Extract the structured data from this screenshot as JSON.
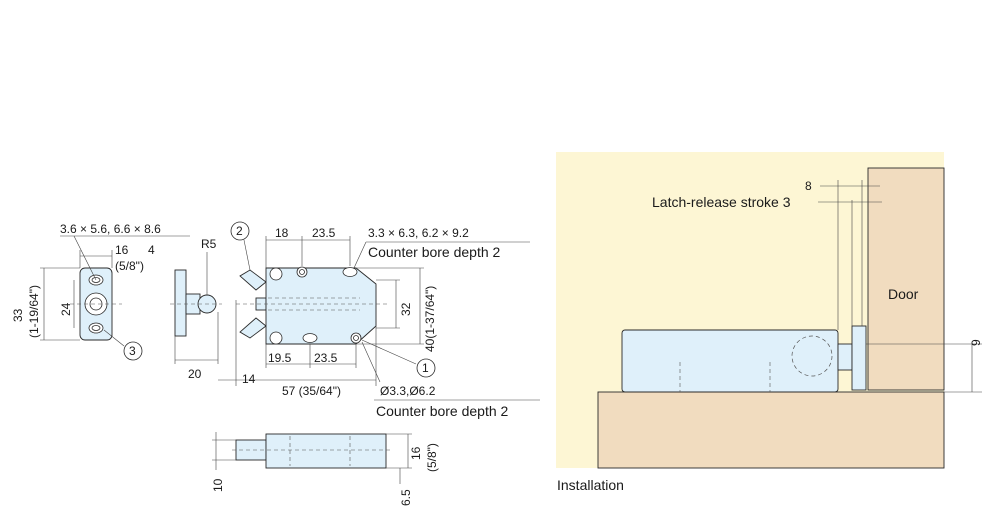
{
  "colors": {
    "part_fill": "#dff0fa",
    "wood_fill": "#f1dcbf",
    "installation_bg": "#fdf6d4",
    "line": "#333333"
  },
  "left_view": {
    "slot_size": "3.6 × 5.6, 6.6 × 8.6",
    "dim_16_frac": "16",
    "dim_4": "4",
    "dim_5_8": "(5/8\")",
    "dim_33": "33",
    "dim_33_frac": "(1-19/64\")",
    "dim_24": "24",
    "callout_3": "3"
  },
  "center_view": {
    "radius": "R5",
    "dim_20": "20",
    "dim_14": "14",
    "callout_2": "2",
    "dim_18": "18",
    "dim_23_5_top": "23.5",
    "bore_top": "3.3 × 6.3, 6.2 × 9.2",
    "bore_depth_top": "Counter bore depth 2",
    "dim_32": "32",
    "dim_40": "40(1-37/64\")",
    "callout_1": "1",
    "dim_19_5": "19.5",
    "dim_23_5_bottom": "23.5",
    "dim_57": "57 (35/64\")",
    "bore_hole": "Ø3.3,Ø6.2",
    "bore_depth_bottom": "Counter bore depth 2"
  },
  "side_view": {
    "dim_10": "10",
    "dim_16": "16",
    "dim_16_frac": "(5/8\")",
    "dim_6_5": "6.5"
  },
  "installation": {
    "dim_8": "8",
    "stroke_label": "Latch-release stroke 3",
    "door_label": "Door",
    "dim_9": "9",
    "caption": "Installation"
  }
}
